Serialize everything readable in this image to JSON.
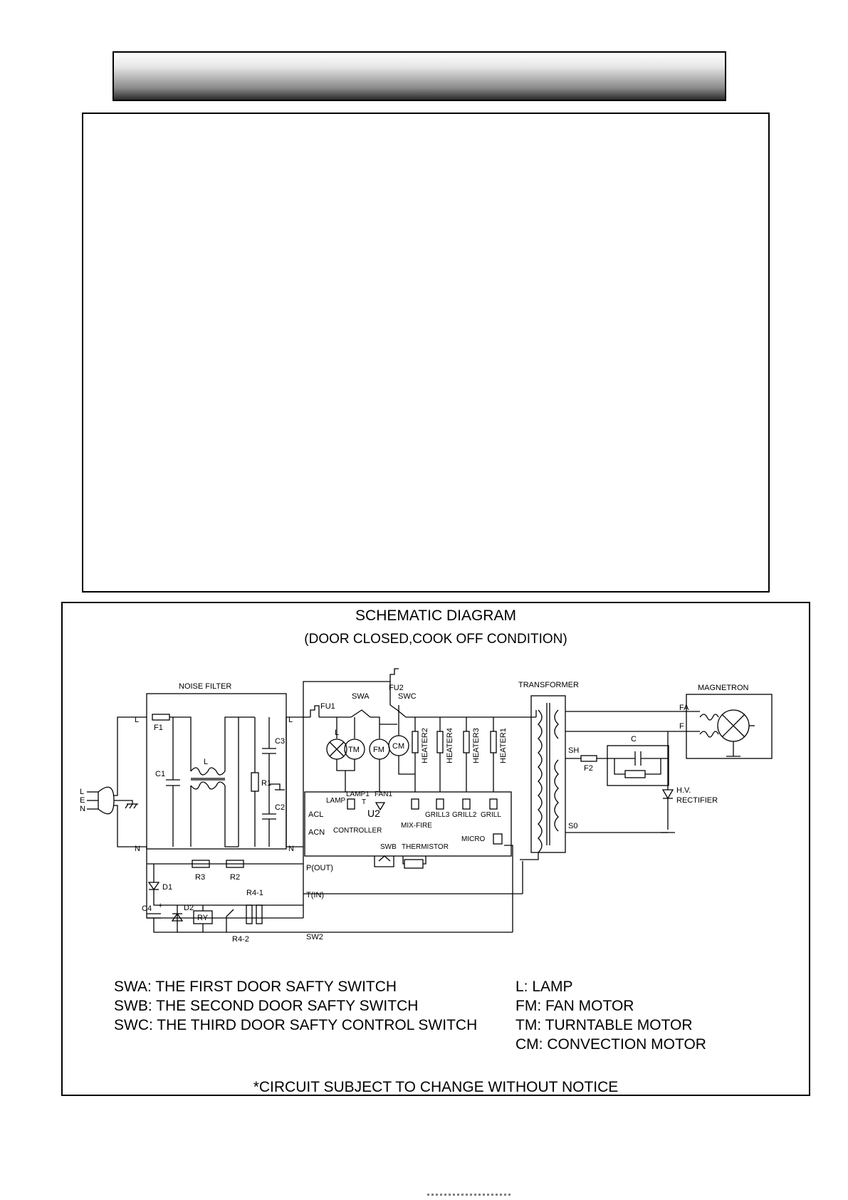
{
  "schematic": {
    "title": "SCHEMATIC DIAGRAM",
    "subtitle": "(DOOR CLOSED,COOK OFF CONDITION)",
    "labels": {
      "noise_filter": "NOISE FILTER",
      "transformer": "TRANSFORMER",
      "magnetron": "MAGNETRON",
      "fu1": "FU1",
      "fu2": "FU2",
      "swa": "SWA",
      "swc": "SWC",
      "swb": "SWB",
      "f1": "F1",
      "f2": "F2",
      "c1": "C1",
      "c2": "C2",
      "c3": "C3",
      "c": "C",
      "c4": "C4",
      "r1": "R1",
      "r2": "R2",
      "r3": "R3",
      "r4_1": "R4-1",
      "r4_2": "R4-2",
      "d1": "D1",
      "d2": "D2",
      "ry": "RY",
      "l": "L",
      "n": "N",
      "lamp": "L",
      "tm": "TM",
      "fm": "FM",
      "cm": "CM",
      "heater2": "HEATER2",
      "heater4": "HEATER4",
      "heater3": "HEATER3",
      "heater1": "HEATER1",
      "acl": "ACL",
      "acn": "ACN",
      "lamp_relay": "LAMP",
      "lamp1": "LAMP1",
      "fan1": "FAN1",
      "u2": "U2",
      "controller": "CONTROLLER",
      "mix_fire": "MIX-FIRE",
      "grill3": "GRILL3",
      "grill2": "GRILL2",
      "grill": "GRILL",
      "micro": "MICRO",
      "thermistor": "THERMISTOR",
      "p_out": "P(OUT)",
      "t_in": "T(IN)",
      "sw2": "SW2",
      "fa": "FA",
      "f": "F",
      "sh": "SH",
      "so": "S0",
      "hv_rectifier_1": "H.V.",
      "hv_rectifier_2": "RECTIFIER",
      "plug_l": "L",
      "plug_e": "E",
      "plug_n": "N",
      "plus": "+",
      "t": "T"
    },
    "legend_left": [
      "SWA: THE FIRST DOOR SAFTY SWITCH",
      "SWB: THE SECOND DOOR SAFTY SWITCH",
      "SWC: THE THIRD DOOR SAFTY CONTROL SWITCH"
    ],
    "legend_right": [
      "L: LAMP",
      "FM: FAN MOTOR",
      "TM: TURNTABLE MOTOR",
      "CM: CONVECTION MOTOR"
    ],
    "note": "*CIRCUIT SUBJECT TO CHANGE WITHOUT NOTICE"
  }
}
